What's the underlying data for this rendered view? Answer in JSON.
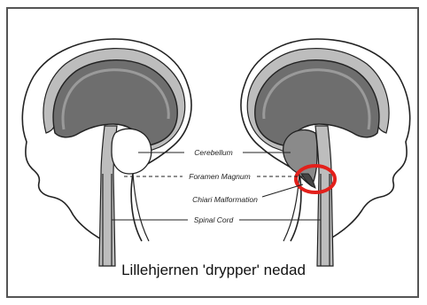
{
  "labels": {
    "cerebellum": "Cerebellum",
    "foramen_magnum": "Foramen Magnum",
    "chiari": "Chiari Malformation",
    "spinal_cord": "Spinal Cord"
  },
  "caption": "Lillehjernen 'drypper' nedad",
  "colors": {
    "outline": "#222222",
    "skull": "#bdbdbd",
    "brain": "#6e6e6e",
    "cerebellum": "#ffffff",
    "highlight": "#e3201b"
  }
}
